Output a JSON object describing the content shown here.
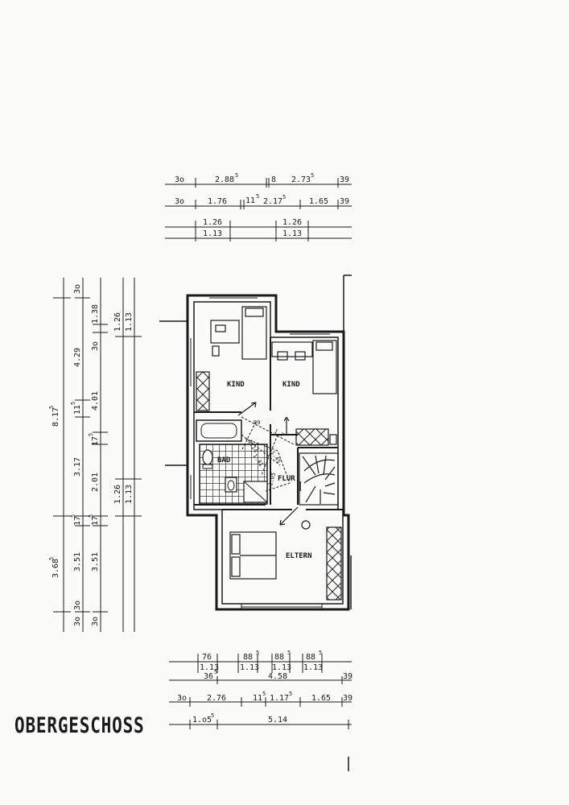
{
  "title": "OBERGESCHOSS",
  "rooms": {
    "kind_left": "KIND",
    "kind_right": "KIND",
    "bad": "BAD",
    "flur": "FLUR",
    "eltern": "ELTERN"
  },
  "top_dims": {
    "row1": [
      "3o",
      "2.88",
      "5",
      "8",
      "2.73",
      "5",
      "39"
    ],
    "row2": [
      "3o",
      "1.76",
      "11",
      "5",
      "2.17",
      "5",
      "1.65",
      "39"
    ],
    "row3": [
      "1.26",
      "1.26"
    ],
    "row4": [
      "1.13",
      "1.13"
    ]
  },
  "left_dims": {
    "col1": [
      "8.17",
      "5",
      "3.68",
      "5",
      "3o"
    ],
    "col2": [
      "3o",
      "4.29",
      "11",
      "5",
      "3.17",
      "17",
      "5",
      "3.51",
      "3o"
    ],
    "col3": [
      "1.38",
      "3o",
      "4.01",
      "17",
      "5",
      "2.01",
      "17",
      "5",
      "3.51",
      "3o"
    ],
    "col4": [
      "1.26",
      "1.26"
    ],
    "col5": [
      "1.13",
      "1.13"
    ]
  },
  "bottom_dims": {
    "row1": [
      "76",
      "88",
      "5",
      "88",
      "5",
      "88",
      "5"
    ],
    "row2": [
      "1.13",
      "1.13",
      "1.13",
      "1.13"
    ],
    "row3": [
      "36",
      "5",
      "4.58",
      "39"
    ],
    "row4": [
      "3o",
      "2.76",
      "11",
      "5",
      "1.17",
      "5",
      "1.65",
      "39"
    ],
    "row5": [
      "1.o5",
      "5",
      "5.14"
    ]
  },
  "inner_dims": {
    "d99": "99",
    "d114": "1.14",
    "d17": "1.7",
    "d141": "1.41",
    "d145": "1.45",
    "d105": "1.05"
  },
  "colors": {
    "ink": "#1a1a1a",
    "paper": "#fbfbfa"
  }
}
